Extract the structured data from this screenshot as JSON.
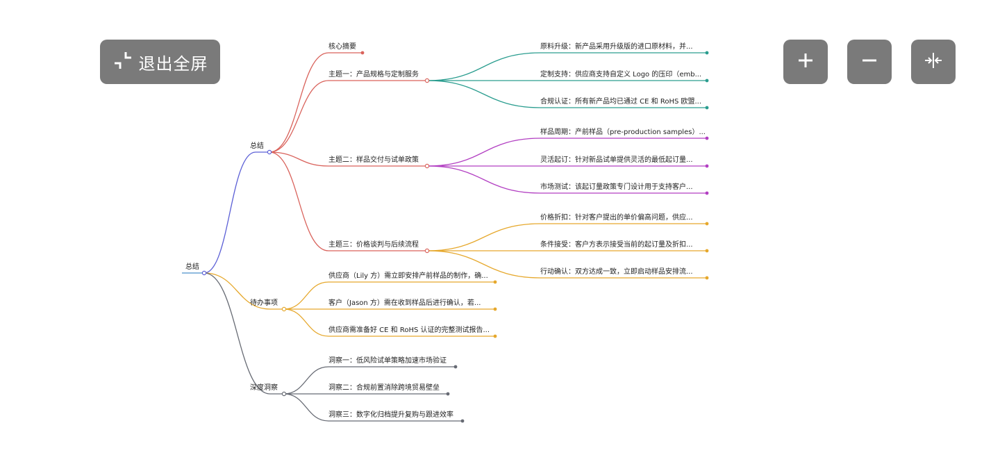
{
  "toolbar": {
    "exit_fullscreen_label": "退出全屏",
    "exit_fullscreen_icon": "exit-fullscreen-icon",
    "zoom_in_icon": "plus-icon",
    "zoom_out_icon": "minus-icon",
    "fit_icon": "collapse-icon"
  },
  "colors": {
    "root": "#4a90c9",
    "summary": "#d9625b",
    "summary_l1": "#5b5fd6",
    "topic1": "#2a9d8f",
    "topic2": "#b23fc2",
    "topic3": "#e6a82c",
    "todo": "#e6a82c",
    "insight": "#666a73"
  },
  "mindmap": {
    "root": "总结",
    "summary": {
      "label": "总结",
      "children": [
        {
          "label": "核心摘要"
        },
        {
          "label": "主题一：产品规格与定制服务",
          "children": [
            "原料升级：新产品采用升级版的进口原材料，并...",
            "定制支持：供应商支持自定义 Logo 的压印（emb...",
            "合规认证：所有新产品均已通过 CE 和 RoHS 欧盟..."
          ]
        },
        {
          "label": "主题二：样品交付与试单政策",
          "children": [
            "样品周期：产前样品（pre-production samples）...",
            "灵活起订：针对新品试单提供灵活的最低起订量...",
            "市场测试：该起订量政策专门设计用于支持客户..."
          ]
        },
        {
          "label": "主题三：价格谈判与后续流程",
          "children": [
            "价格折扣：针对客户提出的单价偏高问题，供应...",
            "条件接受：客户方表示接受当前的起订量及折扣...",
            "行动确认：双方达成一致，立即启动样品安排流..."
          ]
        }
      ]
    },
    "todo": {
      "label": "待办事项",
      "children": [
        "供应商（Lily 方）需立即安排产前样品的制作，确...",
        "客户（Jason 方）需在收到样品后进行确认，若...",
        "供应商需准备好 CE 和 RoHS 认证的完整测试报告..."
      ]
    },
    "insight": {
      "label": "深度洞察",
      "children": [
        "洞察一：低风险试单策略加速市场验证",
        "洞察二：合规前置消除跨境贸易壁垒",
        "洞察三：数字化归档提升复购与跟进效率"
      ]
    }
  }
}
